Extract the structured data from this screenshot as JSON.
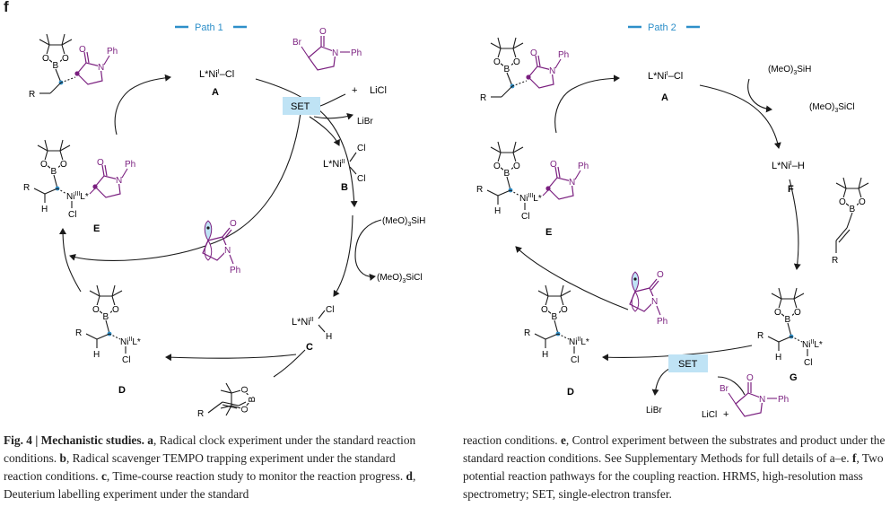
{
  "panel_letter": "f",
  "colors": {
    "accent": "#7a1f7f",
    "blue": "#2d8fc9",
    "set_box": "#bfe3f5",
    "ink": "#1a1a1a"
  },
  "path1": {
    "title": "Path 1",
    "nodes": {
      "A": {
        "formula": "L*NiI–Cl",
        "label": "A"
      },
      "B": {
        "formula": "L*NiII(Cl)2",
        "label": "B"
      },
      "C": {
        "formula": "L*NiII(Cl)H",
        "label": "C"
      },
      "D": {
        "label": "D"
      },
      "E": {
        "label": "E"
      }
    },
    "set": "SET",
    "reagents": {
      "bromide_plus": "+",
      "licl": "LiCl",
      "libr": "LiBr",
      "silane": "(MeO)3SiH",
      "silyl_cl": "(MeO)3SiCl"
    },
    "atom_labels": {
      "br": "Br",
      "n": "N",
      "ph": "Ph",
      "o": "O",
      "b": "B",
      "r": "R",
      "h": "H",
      "cl": "Cl"
    }
  },
  "path2": {
    "title": "Path 2",
    "nodes": {
      "A": {
        "label": "A"
      },
      "F": {
        "label": "F"
      },
      "G": {
        "label": "G"
      },
      "D": {
        "label": "D"
      },
      "E": {
        "label": "E"
      }
    },
    "set": "SET",
    "reagents": {
      "silane": "(MeO)3SiH",
      "silyl_cl": "(MeO)3SiCl",
      "libr": "LiBr",
      "licl": "LiCl",
      "plus": "+"
    }
  },
  "caption": {
    "fig_label": "Fig. 4 | Mechanistic studies.",
    "left": [
      {
        "tag": "a",
        "text": "Radical clock experiment under the standard reaction conditions."
      },
      {
        "tag": "b",
        "text": "Radical scavenger TEMPO trapping experiment under the standard reaction conditions."
      },
      {
        "tag": "c",
        "text": "Time-course reaction study to monitor the reaction progress."
      },
      {
        "tag": "d",
        "text": "Deuterium labelling experiment under the standard"
      }
    ],
    "right": [
      {
        "tag": "",
        "text": "reaction conditions."
      },
      {
        "tag": "e",
        "text": "Control experiment between the substrates and product under the standard reaction conditions. See Supplementary Methods for full details of a–e."
      },
      {
        "tag": "f",
        "text": "Two potential reaction pathways for the coupling reaction. HRMS, high-resolution mass spectrometry; SET, single-electron transfer."
      }
    ]
  }
}
